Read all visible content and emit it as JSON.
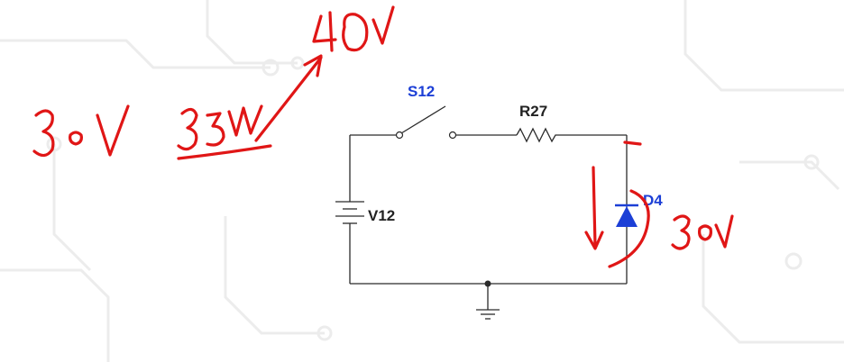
{
  "components": {
    "switch_label": "S12",
    "resistor_label": "R27",
    "source_label": "V12",
    "diode_label": "D4"
  },
  "colors": {
    "wire": "#2b2b2b",
    "switch_label": "#1c3fd6",
    "diode": "#1c3fd6",
    "annotation_ink": "#e01616",
    "background": "#ffffff"
  }
}
